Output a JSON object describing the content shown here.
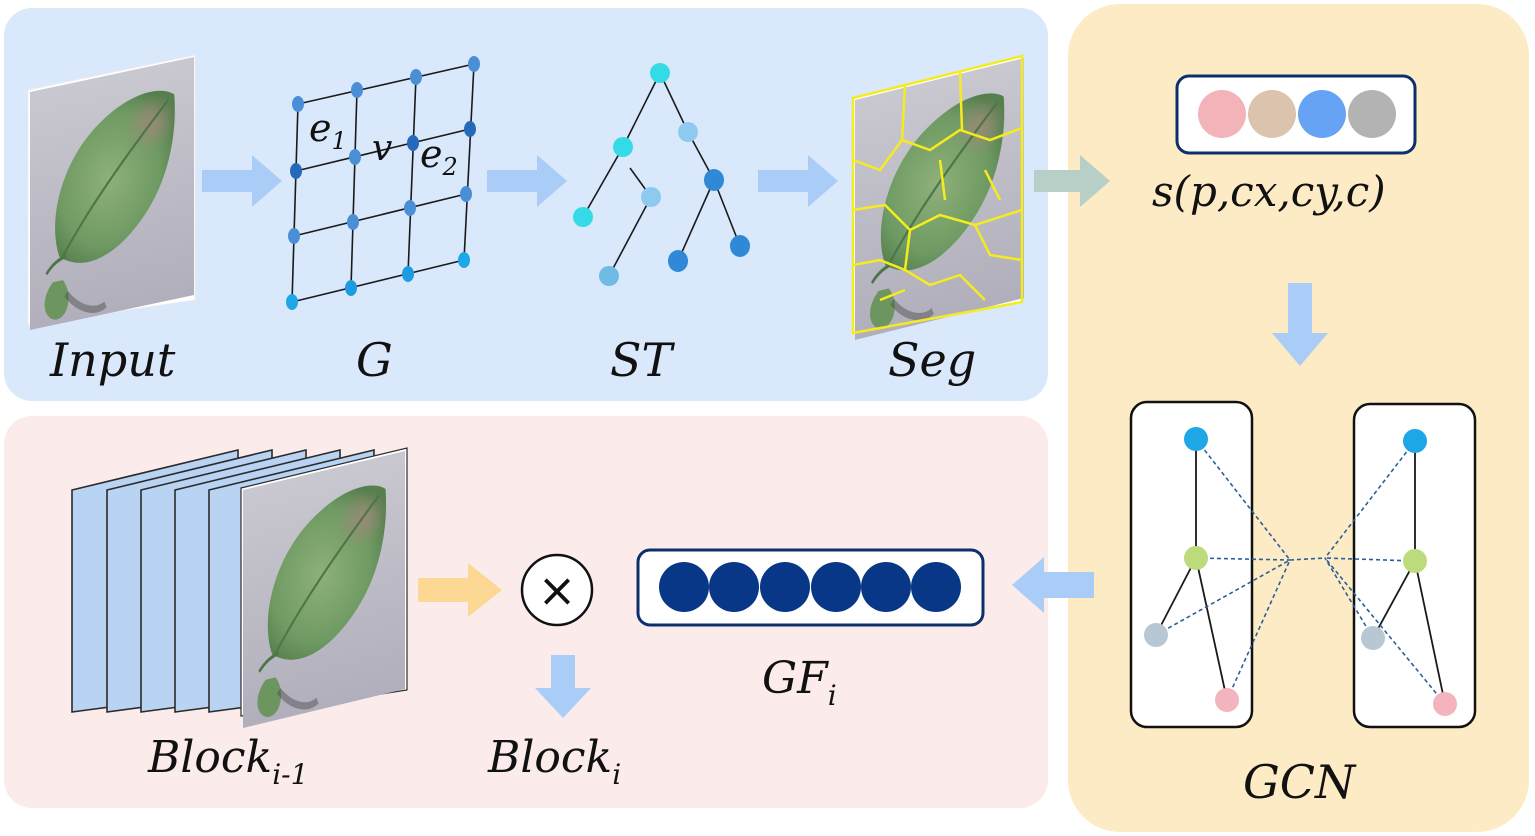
{
  "panels": {
    "top_color": "#d9e8fb",
    "bottom_color": "#fbeceb",
    "right_color": "#fcebc4"
  },
  "labels": {
    "input": "Input",
    "graph": "G",
    "spanning_tree": "ST",
    "segmentation": "Seg",
    "edge_1_base": "e",
    "edge_1_sub": "1",
    "vertex": "v",
    "edge_2_base": "e",
    "edge_2_sub": "2",
    "superpixel_feature": "s(p,cx,cy,c)",
    "gcn": "GCN",
    "graph_feature_base": "GF",
    "graph_feature_sub": "i",
    "block_prev_base": "Block",
    "block_prev_sub": "i-1",
    "block_out_base": "Block",
    "block_out_sub": "i",
    "multiply_symbol": "×"
  },
  "feature_vector": {
    "colors": [
      "#f2b4b9",
      "#dcc3ae",
      "#66a3f5",
      "#b3b3b3"
    ]
  },
  "graph_feature": {
    "color": "#083787",
    "count": 6
  },
  "colors": {
    "arrow_blue": "#a9cdf7",
    "arrow_orange": "#fcd894",
    "graph_node": "#4a8fd6",
    "gcn_top": "#1ea7e6",
    "gcn_mid": "#bcdb7c",
    "gcn_left": "#b8c7d4",
    "gcn_bottom": "#f3b4bd",
    "dashed_edge": "#2c5f99"
  }
}
